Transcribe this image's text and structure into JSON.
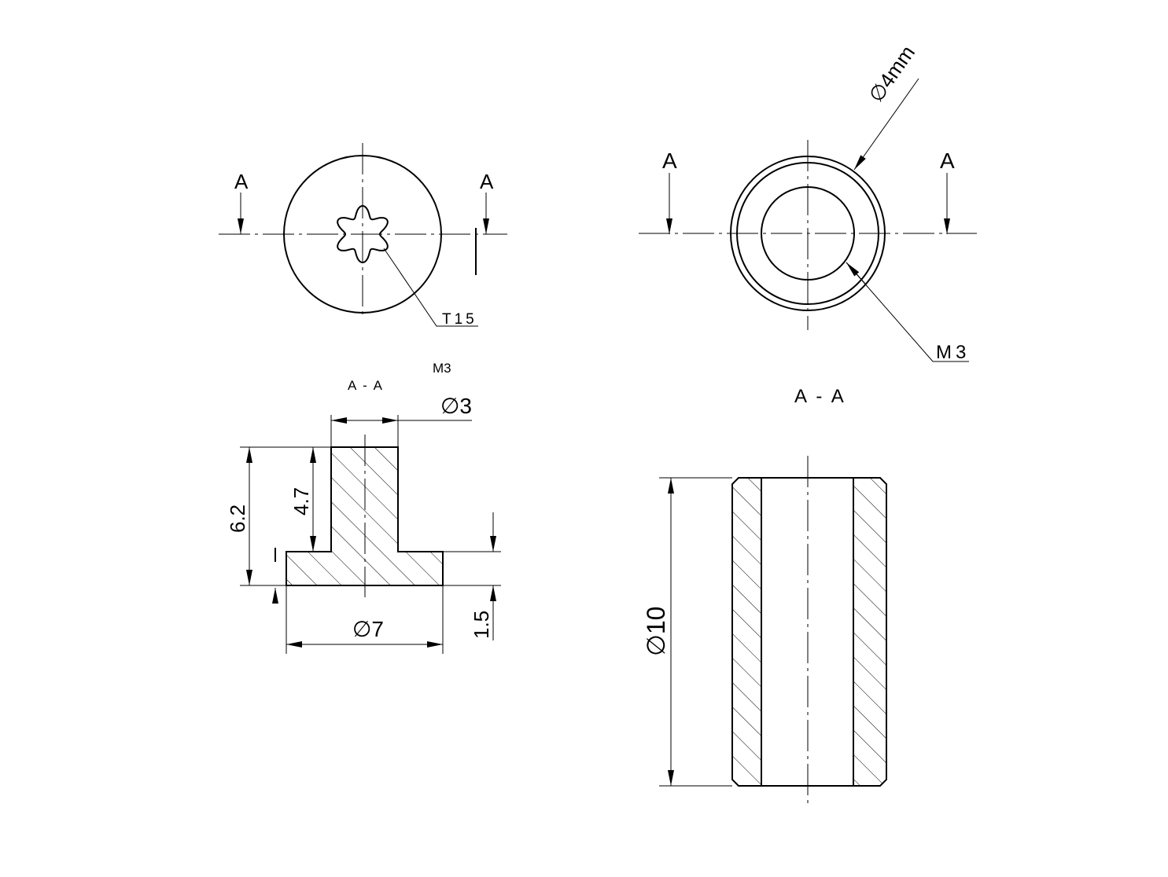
{
  "drawing": {
    "ink_color": "#000000",
    "background_color": "#ffffff",
    "top_left_view": {
      "section_marker_left": "A",
      "section_marker_right": "A",
      "drive_label": "T15"
    },
    "top_right_view": {
      "section_marker_left": "A",
      "section_marker_right": "A",
      "outer_diameter_label": "∅4mm",
      "thread_label": "M3"
    },
    "bottom_left_section": {
      "thread_label": "M3",
      "section_title": "A - A",
      "stem_diameter": "∅3",
      "total_height": "6.2",
      "stem_height": "4.7",
      "flange_thickness": "1.5",
      "flange_diameter": "∅7"
    },
    "bottom_right_section": {
      "section_title": "A - A",
      "length": "∅10"
    }
  }
}
